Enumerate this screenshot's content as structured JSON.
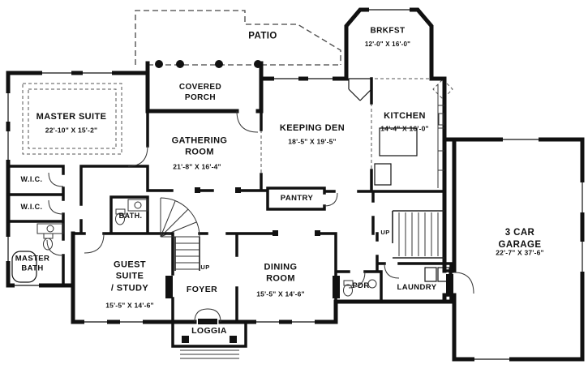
{
  "plan": {
    "background": "#ffffff",
    "wall_color": "#111111",
    "rooms": {
      "patio": {
        "name": "PATIO"
      },
      "brkfst": {
        "name": "BRKFST",
        "dims": "12'-0\" X 16'-0\""
      },
      "covered_porch": {
        "name": "COVERED\nPORCH"
      },
      "master_suite": {
        "name": "MASTER SUITE",
        "dims": "22'-10\" X 15'-2\""
      },
      "keeping_den": {
        "name": "KEEPING DEN",
        "dims": "18'-5\" X 19'-5\""
      },
      "kitchen": {
        "name": "KITCHEN",
        "dims": "14'-4\" X 16'-0\""
      },
      "gathering_room": {
        "name": "GATHERING\nROOM",
        "dims": "21'-8\" X 16'-4\""
      },
      "wic_top": {
        "name": "W.I.C."
      },
      "wic_bottom": {
        "name": "W.I.C."
      },
      "pantry": {
        "name": "PANTRY"
      },
      "bath": {
        "name": "BATH."
      },
      "master_bath": {
        "name": "MASTER\nBATH"
      },
      "guest_suite": {
        "name": "GUEST\nSUITE\n/ STUDY",
        "dims": "15'-5\" X 14'-6\""
      },
      "foyer": {
        "name": "FOYER"
      },
      "dining_room": {
        "name": "DINING\nROOM",
        "dims": "15'-5\" X 14'-6\""
      },
      "pdr": {
        "name": "PDR"
      },
      "laundry": {
        "name": "LAUNDRY"
      },
      "garage": {
        "name": "3 CAR GARAGE",
        "dims": "22'-7\" X 37'-6\""
      },
      "loggia": {
        "name": "LOGGIA"
      }
    },
    "annotations": {
      "up_main": "UP",
      "up_rear": "UP"
    }
  }
}
